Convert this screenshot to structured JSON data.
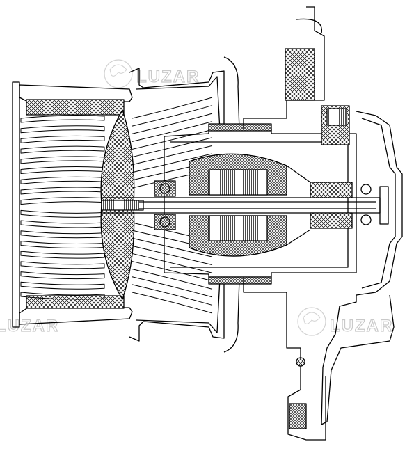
{
  "figure": {
    "subject": "blower-motor-cross-section",
    "colors": {
      "line": "#000000",
      "background": "#ffffff",
      "watermark": "#c9c9c9"
    }
  },
  "watermarks": [
    {
      "text": "LUZAR"
    },
    {
      "text": "LUZAR"
    },
    {
      "text": "LUZAR"
    }
  ]
}
